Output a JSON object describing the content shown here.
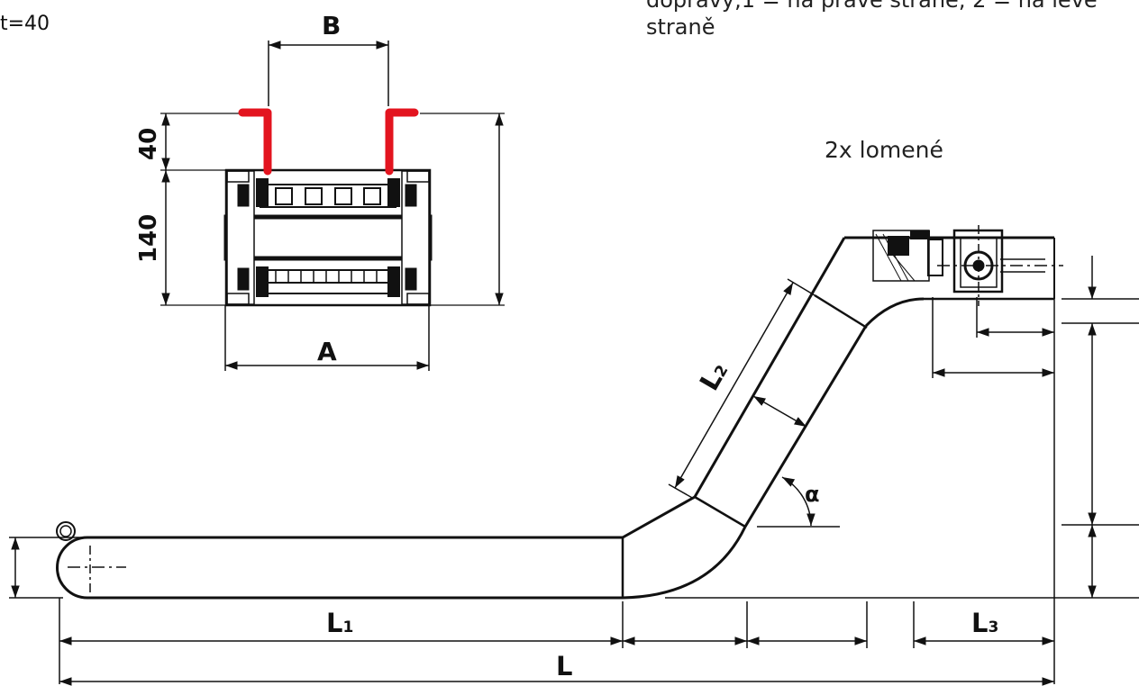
{
  "pitch_text": "t=40",
  "note_line1": "dopravy,1 = na pravé straně, 2 = na levé",
  "note_line2": "straně",
  "variant_label": "2x lomené",
  "cross_section": {
    "dim_B": "B",
    "dim_A": "A",
    "dim_40": "40",
    "dim_140": "140"
  },
  "side_view": {
    "L": "L",
    "L1": "L",
    "L1_sub": "1",
    "L2": "L",
    "L2_sub": "2",
    "L3": "L",
    "L3_sub": "3",
    "alpha": "α"
  },
  "colors": {
    "line": "#111111",
    "accent": "#e3141f"
  }
}
